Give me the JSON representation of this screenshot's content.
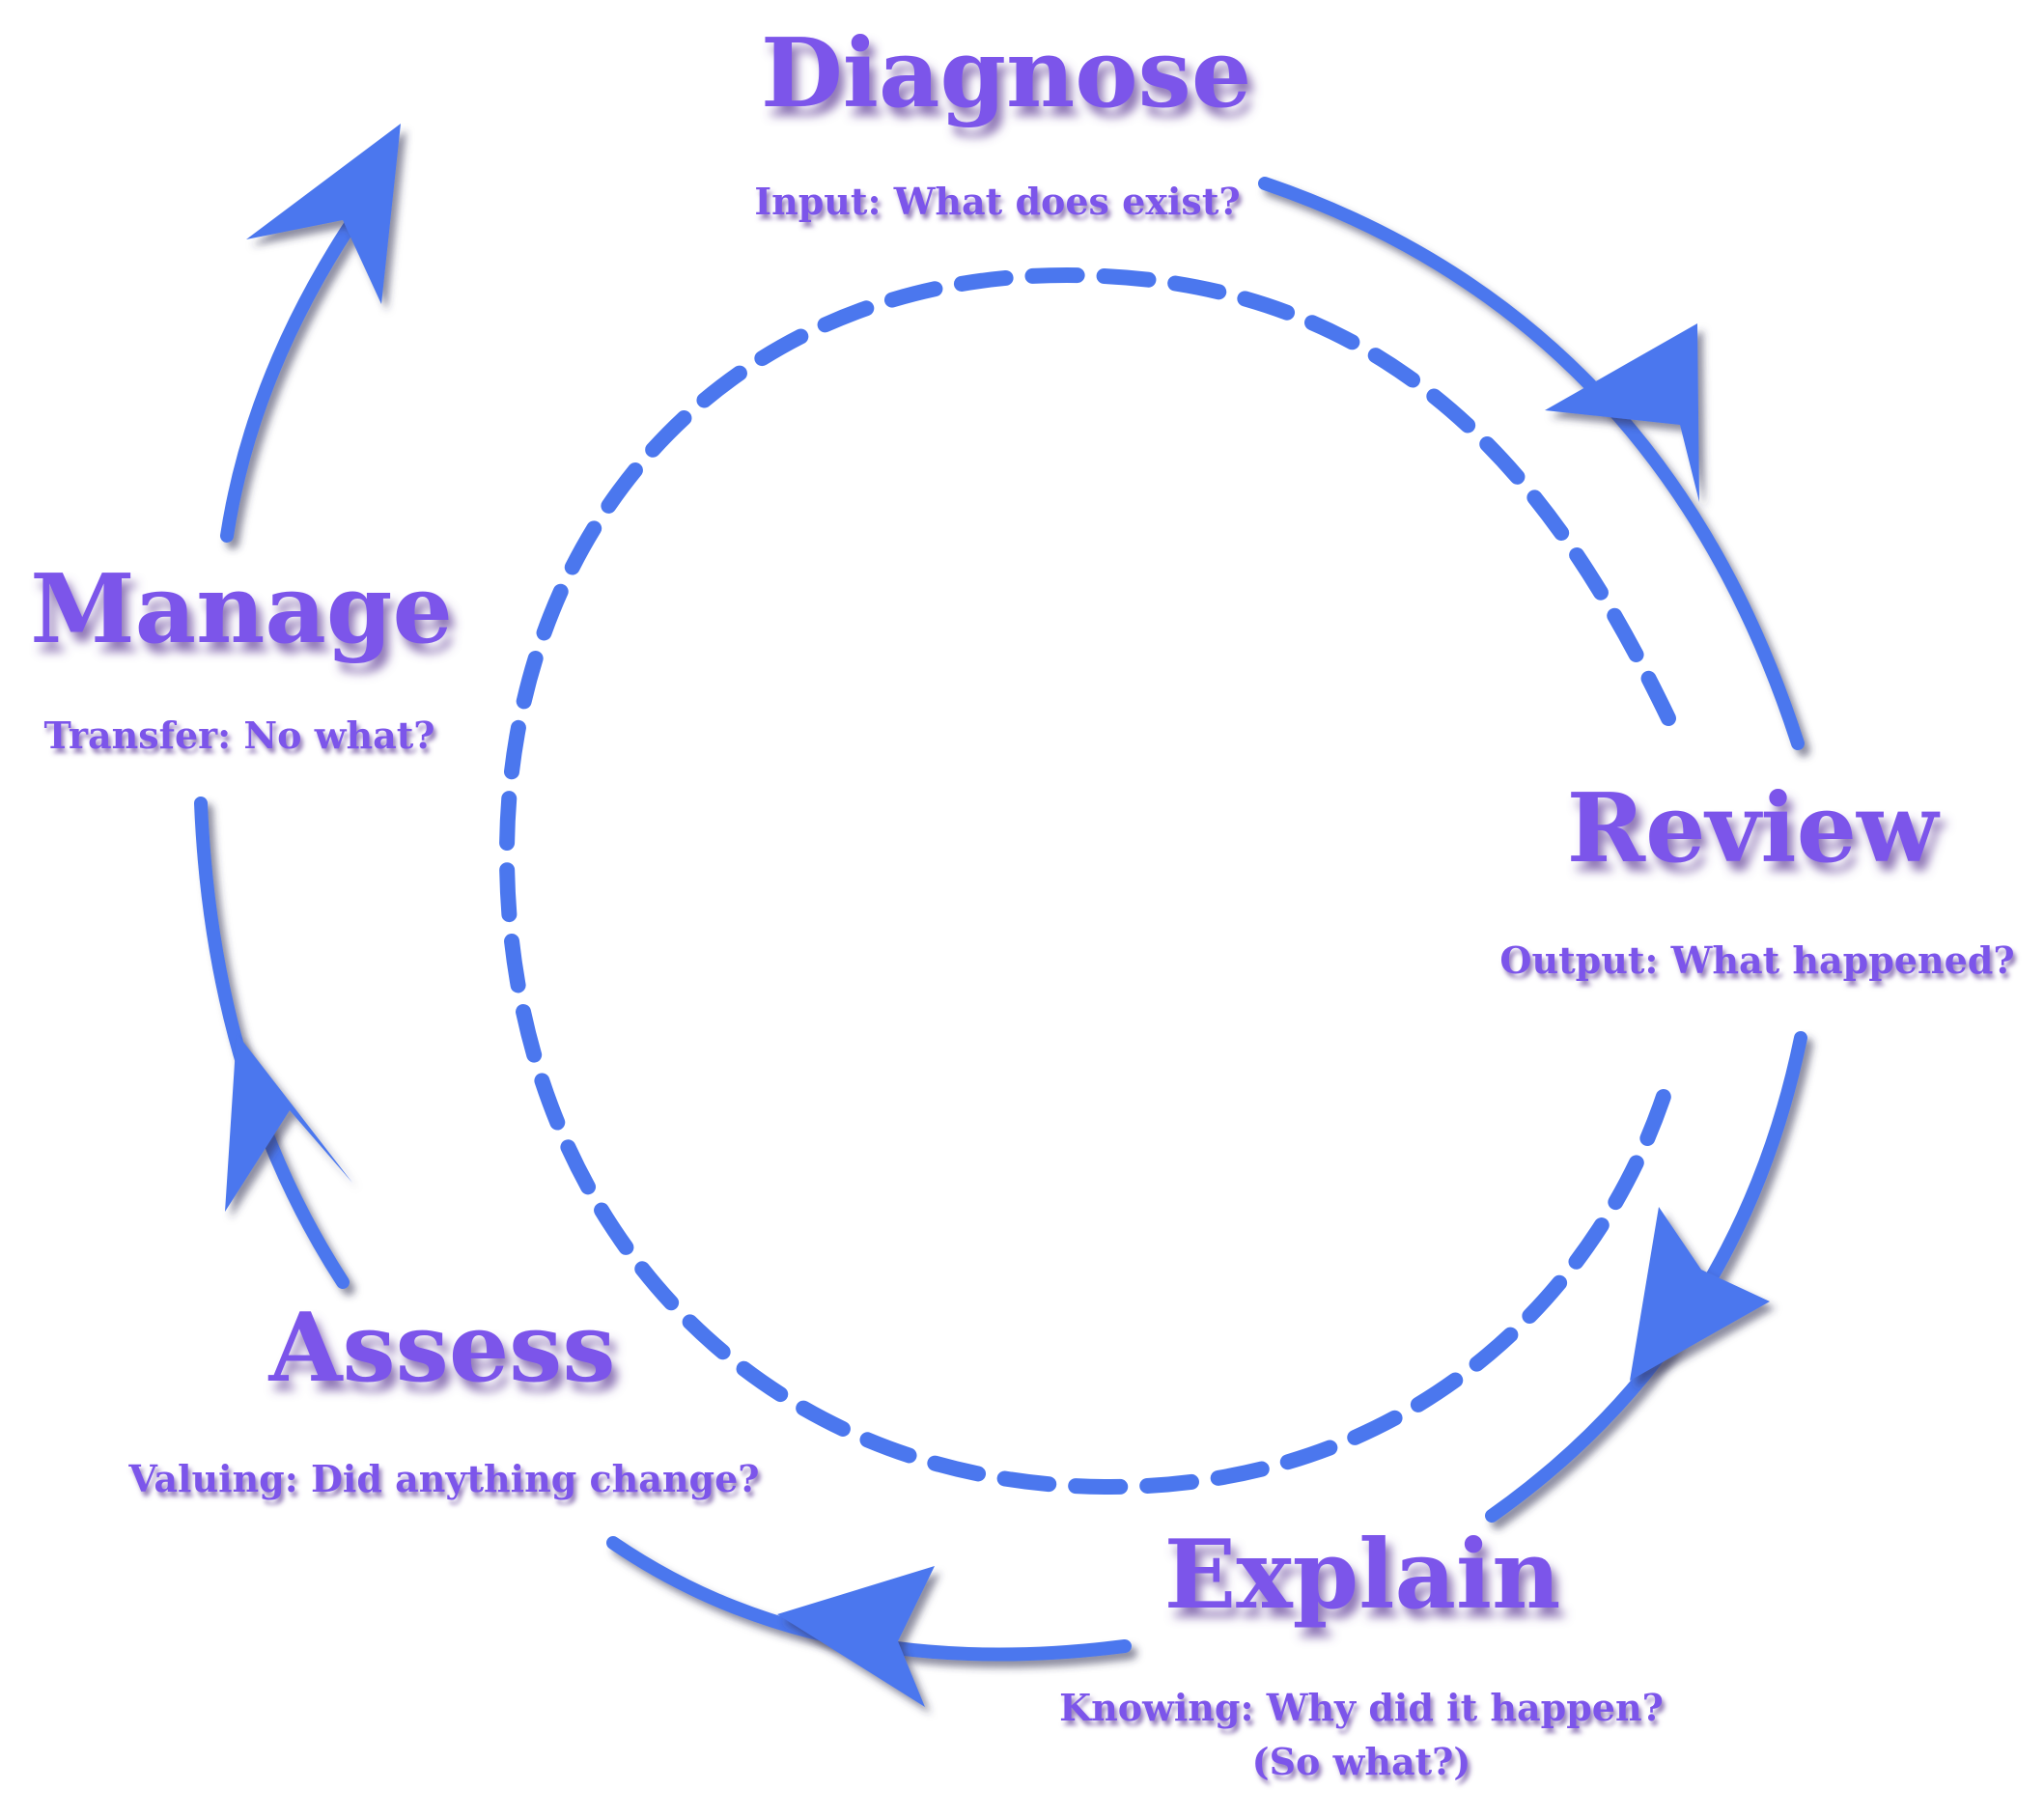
{
  "colors": {
    "arrow": "#4b77ee",
    "text": "#7b55ea",
    "shadow": "#6a4a9e"
  },
  "stages": {
    "diagnose": {
      "title": "Diagnose",
      "subtitle": "Input: What does exist?"
    },
    "review": {
      "title": "Review",
      "subtitle": "Output: What happened?"
    },
    "explain": {
      "title": "Explain",
      "subtitle_line1": "Knowing: Why did it happen?",
      "subtitle_line2": "(So what?)"
    },
    "assess": {
      "title": "Assess",
      "subtitle": "Valuing: Did anything change?"
    },
    "manage": {
      "title": "Manage",
      "subtitle": "Transfer: No what?"
    }
  }
}
